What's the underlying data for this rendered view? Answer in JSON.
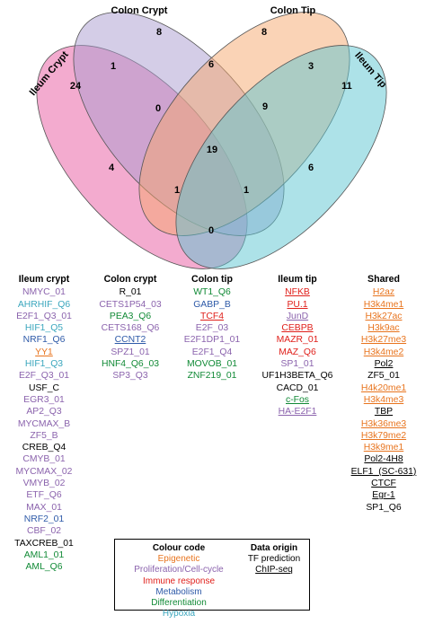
{
  "colors": {
    "epigenetic": "#e8741e",
    "proliferation": "#8b63ad",
    "immune": "#e0201b",
    "metabolism": "#2e5aa8",
    "differentiation": "#118a36",
    "hypoxia": "#3aa6bd",
    "default": "#000000"
  },
  "venn": {
    "sets": [
      {
        "label": "Ileum Crypt",
        "fill": "#e8579f"
      },
      {
        "label": "Colon Crypt",
        "fill": "#a99bd0"
      },
      {
        "label": "Colon Tip",
        "fill": "#f6a86e"
      },
      {
        "label": "Ileum Tip",
        "fill": "#5cc5d2"
      }
    ],
    "counts": {
      "ileum_crypt_only": "24",
      "colon_crypt_only": "8",
      "colon_tip_only": "8",
      "ileum_tip_only": "11",
      "ic_cc": "1",
      "cc_ct": "6",
      "ct_it": "3",
      "ic_cc_ct": "0",
      "cc_ct_it": "9",
      "all": "19",
      "ic_ct": "4",
      "cc_it": "6",
      "ic_ct_it": "1",
      "ic_cc_it": "1",
      "ic_it": "0"
    }
  },
  "columns": [
    {
      "header": "Ileum crypt",
      "items": [
        {
          "text": "NMYC_01",
          "c": "proliferation"
        },
        {
          "text": "AHRHIF_Q6",
          "c": "hypoxia"
        },
        {
          "text": "E2F1_Q3_01",
          "c": "proliferation"
        },
        {
          "text": "HIF1_Q5",
          "c": "hypoxia"
        },
        {
          "text": "NRF1_Q6",
          "c": "metabolism"
        },
        {
          "text": "YY1",
          "c": "epigenetic",
          "u": true
        },
        {
          "text": "HIF1_Q3",
          "c": "hypoxia"
        },
        {
          "text": "E2F_Q3_01",
          "c": "proliferation"
        },
        {
          "text": "USF_C",
          "c": "default"
        },
        {
          "text": "EGR3_01",
          "c": "proliferation"
        },
        {
          "text": "AP2_Q3",
          "c": "proliferation"
        },
        {
          "text": "MYCMAX_B",
          "c": "proliferation"
        },
        {
          "text": "ZF5_B",
          "c": "proliferation"
        },
        {
          "text": "CREB_Q4",
          "c": "default"
        },
        {
          "text": "CMYB_01",
          "c": "proliferation"
        },
        {
          "text": "MYCMAX_02",
          "c": "proliferation"
        },
        {
          "text": "VMYB_02",
          "c": "proliferation"
        },
        {
          "text": "ETF_Q6",
          "c": "proliferation"
        },
        {
          "text": "MAX_01",
          "c": "proliferation"
        },
        {
          "text": "NRF2_01",
          "c": "metabolism"
        },
        {
          "text": "CBF_02",
          "c": "proliferation"
        },
        {
          "text": "TAXCREB_01",
          "c": "default"
        },
        {
          "text": "AML1_01",
          "c": "differentiation"
        },
        {
          "text": "AML_Q6",
          "c": "differentiation"
        }
      ]
    },
    {
      "header": "Colon crypt",
      "items": [
        {
          "text": "R_01",
          "c": "default"
        },
        {
          "text": "CETS1P54_03",
          "c": "proliferation"
        },
        {
          "text": "PEA3_Q6",
          "c": "differentiation"
        },
        {
          "text": "CETS168_Q6",
          "c": "proliferation"
        },
        {
          "text": "CCNT2",
          "c": "metabolism",
          "u": true
        },
        {
          "text": "SPZ1_01",
          "c": "proliferation"
        },
        {
          "text": "HNF4_Q6_03",
          "c": "differentiation"
        },
        {
          "text": "SP3_Q3",
          "c": "proliferation"
        }
      ]
    },
    {
      "header": "Colon tip",
      "items": [
        {
          "text": "WT1_Q6",
          "c": "differentiation"
        },
        {
          "text": "GABP_B",
          "c": "metabolism"
        },
        {
          "text": "TCF4",
          "c": "immune",
          "u": true
        },
        {
          "text": "E2F_03",
          "c": "proliferation"
        },
        {
          "text": "E2F1DP1_01",
          "c": "proliferation"
        },
        {
          "text": "E2F1_Q4",
          "c": "proliferation"
        },
        {
          "text": "MOVOB_01",
          "c": "differentiation"
        },
        {
          "text": "ZNF219_01",
          "c": "differentiation"
        }
      ]
    },
    {
      "header": "Ileum tip",
      "items": [
        {
          "text": "NFKB",
          "c": "immune",
          "u": true
        },
        {
          "text": "PU.1",
          "c": "immune",
          "u": true
        },
        {
          "text": "JunD",
          "c": "proliferation",
          "u": true
        },
        {
          "text": "CEBPB",
          "c": "immune",
          "u": true
        },
        {
          "text": "MAZR_01",
          "c": "immune"
        },
        {
          "text": "MAZ_Q6",
          "c": "immune"
        },
        {
          "text": "SP1_01",
          "c": "proliferation"
        },
        {
          "text": "UF1H3BETA_Q6",
          "c": "default"
        },
        {
          "text": "CACD_01",
          "c": "default"
        },
        {
          "text": "c-Fos",
          "c": "differentiation",
          "u": true
        },
        {
          "text": "HA-E2F1",
          "c": "proliferation",
          "u": true
        }
      ]
    },
    {
      "header": "Shared",
      "items": [
        {
          "text": "H2az",
          "c": "epigenetic",
          "u": true
        },
        {
          "text": "H3k4me1",
          "c": "epigenetic",
          "u": true
        },
        {
          "text": "H3k27ac",
          "c": "epigenetic",
          "u": true
        },
        {
          "text": "H3k9ac",
          "c": "epigenetic",
          "u": true
        },
        {
          "text": "H3k27me3",
          "c": "epigenetic",
          "u": true
        },
        {
          "text": "H3k4me2",
          "c": "epigenetic",
          "u": true
        },
        {
          "text": "Pol2",
          "c": "default",
          "u": true
        },
        {
          "text": "ZF5_01",
          "c": "default"
        },
        {
          "text": "H4k20me1",
          "c": "epigenetic",
          "u": true
        },
        {
          "text": "H3k4me3",
          "c": "epigenetic",
          "u": true
        },
        {
          "text": "TBP",
          "c": "default",
          "u": true
        },
        {
          "text": "H3k36me3",
          "c": "epigenetic",
          "u": true
        },
        {
          "text": "H3k79me2",
          "c": "epigenetic",
          "u": true
        },
        {
          "text": "H3k9me1",
          "c": "epigenetic",
          "u": true
        },
        {
          "text": "Pol2-4H8",
          "c": "default",
          "u": true
        },
        {
          "text": "ELF1_(SC-631)",
          "c": "default",
          "u": true
        },
        {
          "text": "CTCF",
          "c": "default",
          "u": true
        },
        {
          "text": "Egr-1",
          "c": "default",
          "u": true
        },
        {
          "text": "SP1_Q6",
          "c": "default"
        }
      ]
    }
  ],
  "legend": {
    "colour_code": {
      "title": "Colour code",
      "entries": [
        {
          "text": "Epigenetic",
          "c": "epigenetic"
        },
        {
          "text": "Proliferation/Cell-cycle",
          "c": "proliferation"
        },
        {
          "text": "Immune response",
          "c": "immune"
        },
        {
          "text": "Metabolism",
          "c": "metabolism"
        },
        {
          "text": "Differentiation",
          "c": "differentiation"
        },
        {
          "text": "Hypoxia",
          "c": "hypoxia"
        }
      ]
    },
    "data_origin": {
      "title": "Data origin",
      "tf": "TF prediction",
      "chip": "ChIP-seq"
    }
  }
}
